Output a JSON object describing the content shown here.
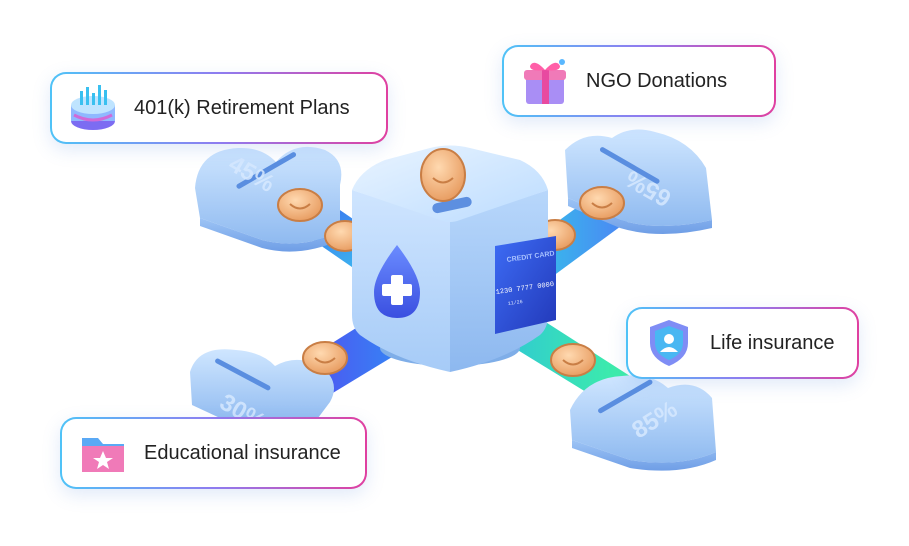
{
  "labels": {
    "retirement": "401(k) Retirement Plans",
    "ngo": "NGO Donations",
    "life": "Life insurance",
    "education": "Educational insurance"
  },
  "percentages": {
    "top_left": "45%",
    "top_right": "65%",
    "bottom_left": "30%",
    "bottom_right": "85%"
  },
  "card": {
    "title": "CREDIT CARD",
    "number": "1230 7777 0000",
    "expiry": "11/26"
  },
  "colors": {
    "platform": "#a9cdf6",
    "belt_blue": "#3f63f0",
    "belt_green": "#36e7a6",
    "coin": "#f3b27a",
    "border_gradient_start": "#4fc3f7",
    "border_gradient_end": "#e040a0"
  },
  "icons": {
    "retirement": "cake-chart-icon",
    "ngo": "gift-box-icon",
    "life": "shield-user-icon",
    "education": "star-folder-icon"
  }
}
